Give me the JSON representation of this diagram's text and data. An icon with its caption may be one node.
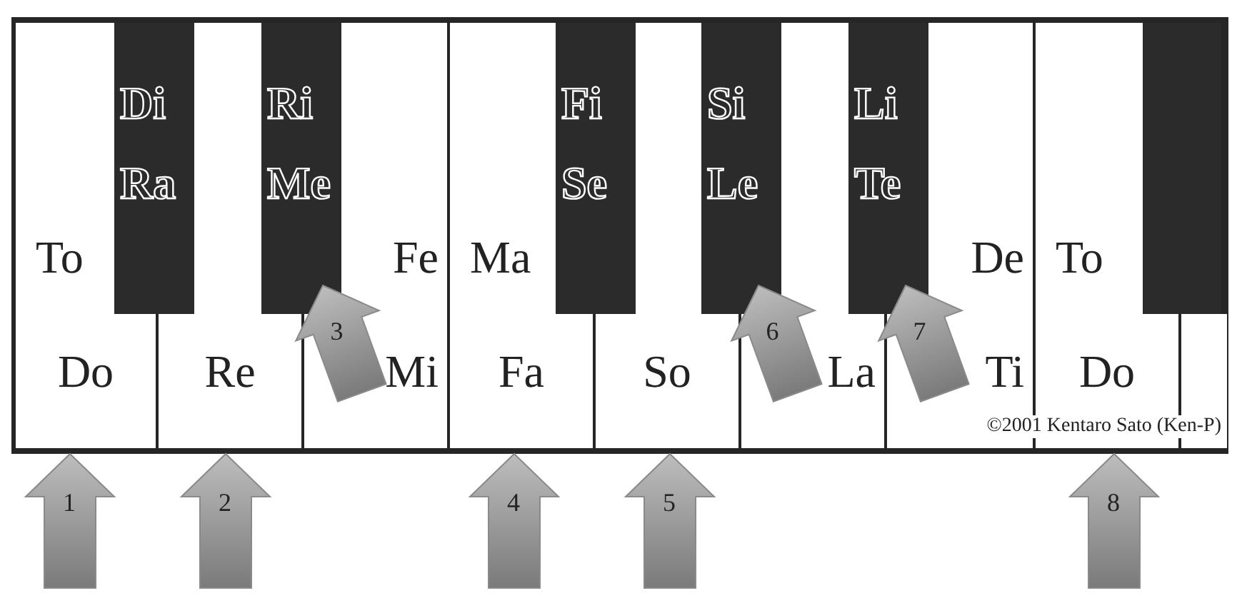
{
  "diagram": {
    "nodes": [
      {
        "text": [
          "To",
          "Do"
        ]
      },
      {
        "text": [
          "Di",
          "Ra"
        ]
      },
      {
        "text": [
          "Re"
        ]
      },
      {
        "text": [
          "Ri",
          "Me"
        ]
      },
      {
        "text": [
          "Fe",
          "Mi"
        ]
      },
      {
        "text": [
          "Ma",
          "Fa"
        ]
      },
      {
        "text": [
          "Fi",
          "Se"
        ]
      },
      {
        "text": [
          "So"
        ]
      },
      {
        "text": [
          "Si",
          "Le"
        ]
      },
      {
        "text": [
          "La"
        ]
      },
      {
        "text": [
          "Li",
          "Te"
        ]
      },
      {
        "text": [
          "De",
          "Ti"
        ]
      },
      {
        "text": [
          "To",
          "Do"
        ]
      },
      {
        "text": [],
        "shape": "box"
      },
      {
        "text": [],
        "shape": "box"
      }
    ],
    "edges": [
      {
        "from": null,
        "to": 0,
        "arrow": "to",
        "label": "1"
      },
      {
        "from": null,
        "to": 2,
        "arrow": "to",
        "label": "2"
      },
      {
        "from": null,
        "to": 4,
        "arrow": "to",
        "label": "3"
      },
      {
        "from": null,
        "to": 5,
        "arrow": "to",
        "label": "4"
      },
      {
        "from": null,
        "to": 7,
        "arrow": "to",
        "label": "5"
      },
      {
        "from": null,
        "to": 9,
        "arrow": "to",
        "label": "6"
      },
      {
        "from": null,
        "to": 11,
        "arrow": "to",
        "label": "7"
      },
      {
        "from": null,
        "to": 12,
        "arrow": "to",
        "label": "8"
      }
    ],
    "labels": [
      "©2001 Kentaro Sato (Ken-P)"
    ]
  }
}
